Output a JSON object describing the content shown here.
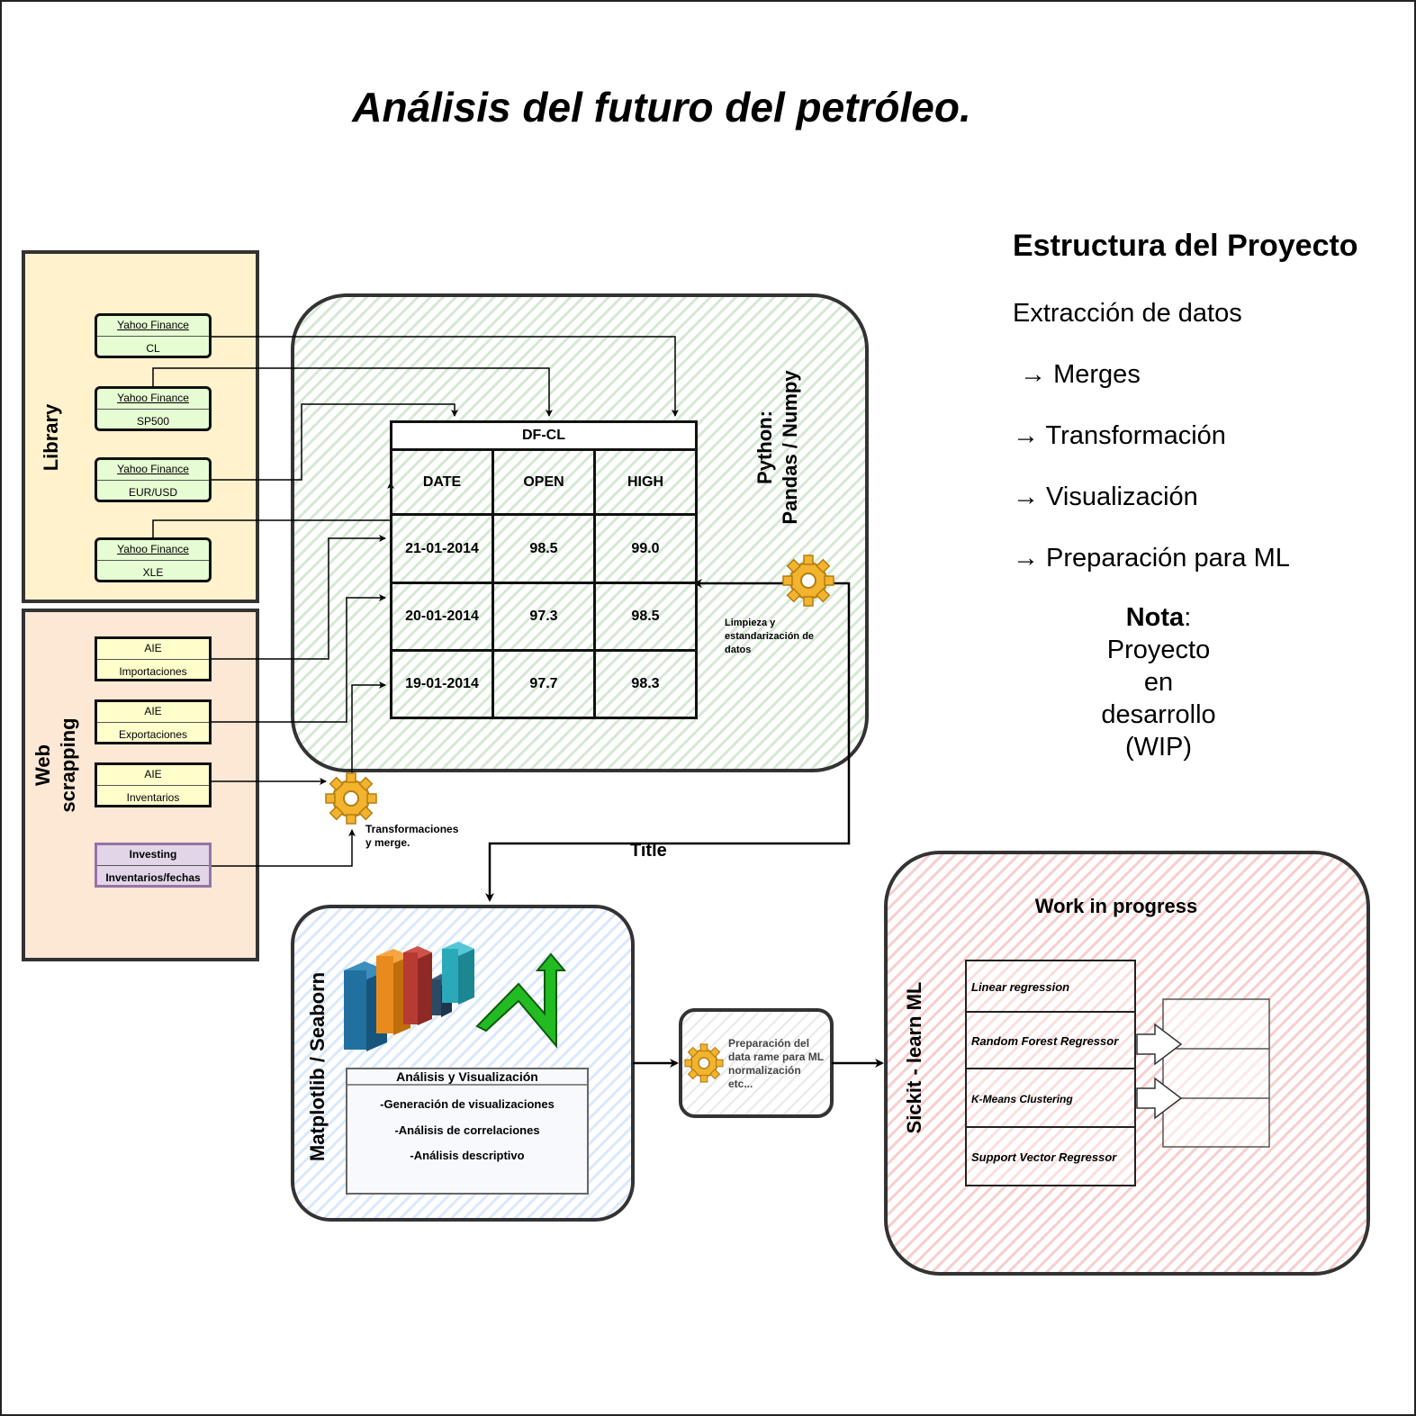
{
  "title": "Análisis del futuro del petróleo.",
  "library": {
    "label": "Library",
    "sources": [
      {
        "title": "Yahoo Finance",
        "ticker": "CL"
      },
      {
        "title": "Yahoo Finance",
        "ticker": "SP500"
      },
      {
        "title": "Yahoo Finance",
        "ticker": "EUR/USD"
      },
      {
        "title": "Yahoo Finance",
        "ticker": "XLE"
      }
    ]
  },
  "webscraping": {
    "label_line1": "Web",
    "label_line2": "scrapping",
    "sources": [
      {
        "title": "AIE",
        "item": "Importaciones"
      },
      {
        "title": "AIE",
        "item": "Exportaciones"
      },
      {
        "title": "AIE",
        "item": "Inventarios"
      },
      {
        "title": "Investing",
        "item": "Inventarios/fechas"
      }
    ]
  },
  "transform_note_line1": "Transformaciones",
  "transform_note_line2": "y merge.",
  "python_panel": {
    "label_line1": "Python:",
    "label_line2": "Pandas / Numpy",
    "cleaning_note_line1": "Limpieza y",
    "cleaning_note_line2": "estandarización de",
    "cleaning_note_line3": "datos"
  },
  "dataframe": {
    "name": "DF-CL",
    "headers": [
      "DATE",
      "OPEN",
      "HIGH"
    ],
    "rows": [
      [
        "21-01-2014",
        "98.5",
        "99.0"
      ],
      [
        "20-01-2014",
        "97.3",
        "98.5"
      ],
      [
        "19-01-2014",
        "97.7",
        "98.3"
      ]
    ]
  },
  "edge_label": "Title",
  "viz_panel": {
    "label": "Matplotlib / Seaborn",
    "box_title": "Análisis y Visualización",
    "items": [
      "-Generación de visualizaciones",
      "-Análisis de correlaciones",
      "-Análisis descriptivo"
    ]
  },
  "prep_box": {
    "line1": "Preparación del",
    "line2": "data rame para ML",
    "line3": "normalización",
    "line4": "etc..."
  },
  "ml_panel": {
    "label": "Sickit - learn  ML",
    "heading": "Work in progress",
    "models": [
      "Linear regression",
      "Random Forest Regressor",
      "K-Means Clustering",
      "Support Vector Regressor"
    ]
  },
  "structure": {
    "heading": "Estructura del Proyecto",
    "steps": [
      "Extracción de datos",
      " → Merges",
      "→ Transformación",
      "→ Visualización",
      "→ Preparación para ML"
    ],
    "note_bold": "Nota",
    "note_colon": ":",
    "note_line1": "Proyecto",
    "note_line2": "en",
    "note_line3": "desarrollo",
    "note_line4": "(WIP)"
  },
  "colors": {
    "library_bg": "#fff2cc",
    "webscraping_bg": "#fce8d5",
    "python_hatch": "#d5e8d4",
    "viz_hatch": "#dae8fc",
    "ml_hatch": "#f8cecc",
    "source_green": "#e6fcd2",
    "source_yellow": "#ffffcc",
    "source_purple": "#e1d5e7",
    "arrow_green": "#22bb22"
  }
}
